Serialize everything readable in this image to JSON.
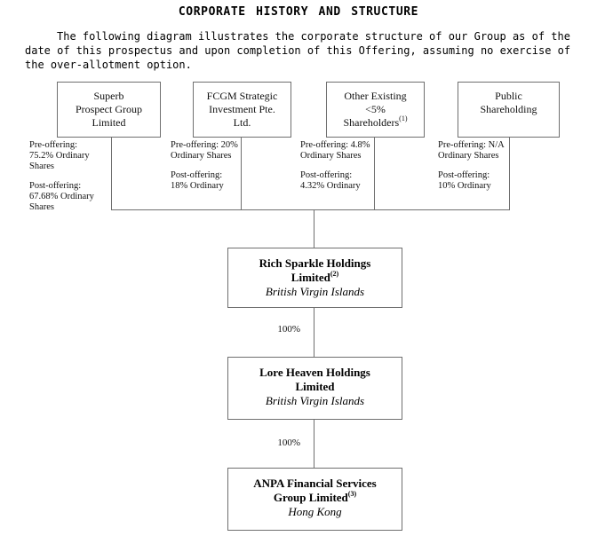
{
  "page": {
    "title": "CORPORATE HISTORY AND STRUCTURE",
    "intro": {
      "line1": "The following diagram illustrates the corporate structure of our Group as of the",
      "line2": "date of this prospectus and upon completion of this Offering, assuming no exercise of",
      "line3": "the over-allotment option."
    }
  },
  "chart": {
    "shareholders": [
      {
        "name": [
          "Superb",
          "Prospect Group",
          "Limited"
        ],
        "sup": "",
        "pre": [
          "Pre-offering:",
          "75.2% Ordinary",
          "Shares"
        ],
        "post": [
          "Post-offering:",
          "67.68% Ordinary",
          "Shares"
        ]
      },
      {
        "name": [
          "FCGM Strategic",
          "Investment Pte.",
          "Ltd."
        ],
        "sup": "",
        "pre": [
          "Pre-offering: 20%",
          "Ordinary Shares"
        ],
        "post": [
          "Post-offering:",
          "18% Ordinary"
        ]
      },
      {
        "name": [
          "Other Existing",
          "<5%",
          "Shareholders"
        ],
        "sup": "(1)",
        "pre": [
          "Pre-offering: 4.8%",
          "Ordinary Shares"
        ],
        "post": [
          "Post-offering:",
          "4.32% Ordinary"
        ]
      },
      {
        "name": [
          "Public",
          "Shareholding"
        ],
        "sup": "",
        "pre": [
          "Pre-offering: N/A",
          "Ordinary Shares"
        ],
        "post": [
          "Post-offering:",
          "10% Ordinary"
        ]
      }
    ],
    "subsidiaries": [
      {
        "name": [
          "Rich Sparkle Holdings",
          "Limited"
        ],
        "sup": "(2)",
        "jurisdiction": "British Virgin Islands"
      },
      {
        "name": [
          "Lore Heaven Holdings",
          "Limited"
        ],
        "sup": "",
        "jurisdiction": "British Virgin Islands"
      },
      {
        "name": [
          "ANPA Financial Services",
          "Group Limited"
        ],
        "sup": "(3)",
        "jurisdiction": "Hong Kong"
      }
    ],
    "ownership_labels": [
      "100%",
      "100%"
    ]
  }
}
